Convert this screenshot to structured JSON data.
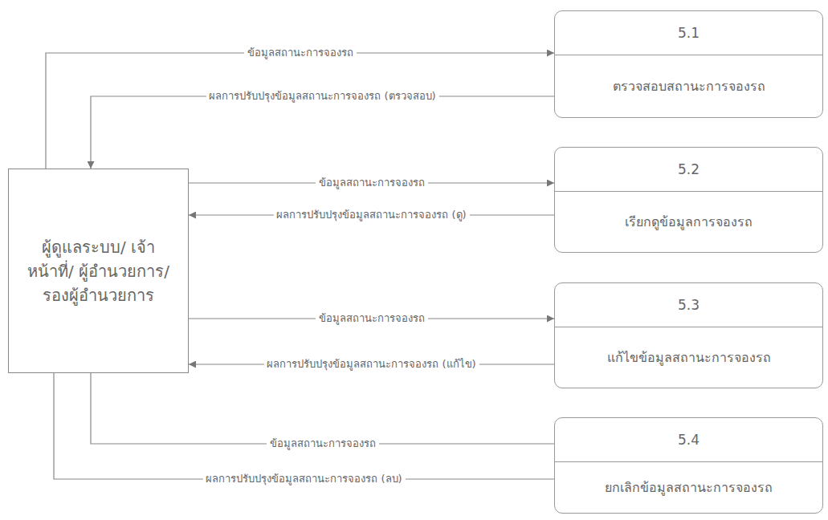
{
  "diagram": {
    "nodes": [
      {
        "text": [
          "ผู้ดูแลระบบ/ เจ้าหน้าที่/ ผู้อำนวยการ/ รองผู้อำนวยการ"
        ]
      },
      {
        "text": [
          "5.1",
          "ตรวจสอบสถานะการจองรถ"
        ]
      },
      {
        "text": [
          "5.2",
          "เรียกดูข้อมูลการจองรถ"
        ]
      },
      {
        "text": [
          "5.3",
          "แก้ไขข้อมูลสถานะการจองรถ"
        ]
      },
      {
        "text": [
          "5.4",
          "ยกเลิกข้อมูลสถานะการจองรถ"
        ]
      }
    ],
    "edges": [
      {
        "from": 0,
        "to": 1,
        "label": "ข้อมูลสถานะการจองรถ",
        "arrow": "to"
      },
      {
        "from": 1,
        "to": 0,
        "label": "ผลการปรับปรุงข้อมูลสถานะการจองรถ (ตรวจสอบ)",
        "arrow": "to"
      },
      {
        "from": 0,
        "to": 2,
        "label": "ข้อมูลสถานะการจองรถ",
        "arrow": "to"
      },
      {
        "from": 2,
        "to": 0,
        "label": "ผลการปรับปรุงข้อมูลสถานะการจองรถ (ดู)",
        "arrow": "to"
      },
      {
        "from": 0,
        "to": 3,
        "label": "ข้อมูลสถานะการจองรถ",
        "arrow": "to"
      },
      {
        "from": 3,
        "to": 0,
        "label": "ผลการปรับปรุงข้อมูลสถานะการจองรถ (แก้ไข)",
        "arrow": "to"
      },
      {
        "from": 0,
        "to": 4,
        "label": "ข้อมูลสถานะการจองรถ",
        "arrow": "none"
      },
      {
        "from": 4,
        "to": 0,
        "label": "ผลการปรับปรุงข้อมูลสถานะการจองรถ (ลบ)",
        "arrow": "none"
      }
    ]
  }
}
